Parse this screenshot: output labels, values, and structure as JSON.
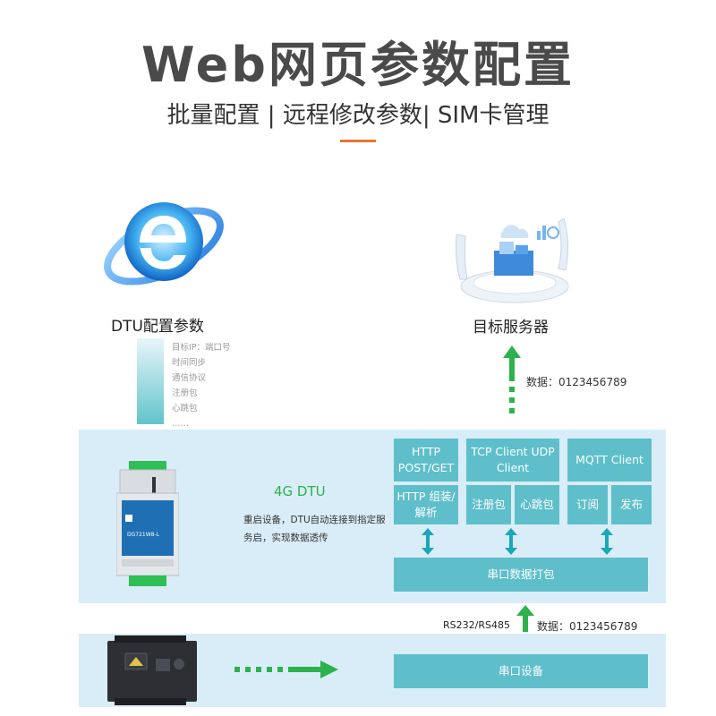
{
  "header": {
    "title": "Web网页参数配置",
    "subtitle": "批量配置 | 远程修改参数| SIM卡管理"
  },
  "left_panel": {
    "title": "DTU配置参数",
    "params": [
      "目标IP：端口号",
      "时间同步",
      "通信协议",
      "注册包",
      "心跳包",
      "……"
    ]
  },
  "server": {
    "label": "目标服务器",
    "data_label": "数据：0123456789"
  },
  "dtu": {
    "title": "4G DTU",
    "description": "重启设备，DTU自动连接到指定服务启，实现数据透传",
    "device_model": "DG721W8-L"
  },
  "protocols": {
    "http_top": "HTTP POST/GET",
    "http_bottom": "HTTP 组装/解析",
    "tcp_top": "TCP Client UDP Client",
    "register": "注册包",
    "heartbeat": "心跳包",
    "mqtt_top": "MQTT Client",
    "subscribe": "订阅",
    "publish": "发布",
    "serial_pack": "串口数据打包"
  },
  "serial": {
    "rs_label": "RS232/RS485",
    "data_label": "数据：0123456789",
    "device_box": "串口设备"
  },
  "colors": {
    "accent": "#f0712f",
    "box": "#5ebfcb",
    "green": "#2db14c",
    "band": "#d9edf8"
  }
}
